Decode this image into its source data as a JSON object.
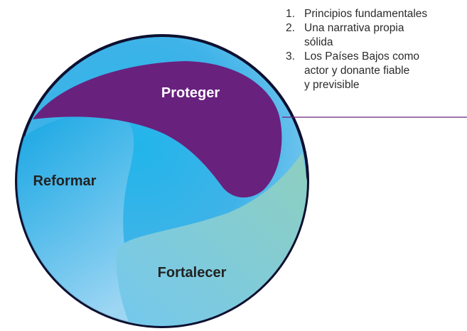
{
  "segments": [
    {
      "label": "Proteger",
      "color": "#69217e",
      "text_color": "#ffffff"
    },
    {
      "label": "Reformar",
      "color": "#1ea7e3",
      "text_color": "#222222"
    },
    {
      "label": "Fortalecer",
      "color": "#8ecfc4",
      "text_color": "#222222"
    }
  ],
  "list_items": [
    {
      "number": "1.",
      "lines": [
        "Principios fundamentales"
      ]
    },
    {
      "number": "2.",
      "lines": [
        "Una narrativa propia",
        "sólida"
      ]
    },
    {
      "number": "3.",
      "lines": [
        "Los Países Bajos como",
        "actor y donante fiable",
        "y previsible"
      ]
    }
  ],
  "colors": {
    "circle_light": "#9ad4f0",
    "circle_dark": "#00a7e6",
    "outline": "#0d1030",
    "connector": "#69217e"
  }
}
